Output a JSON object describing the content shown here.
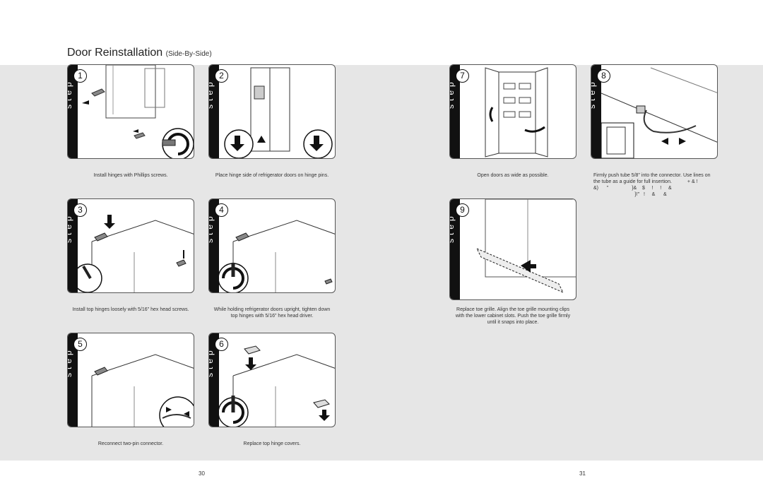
{
  "title": {
    "main": "Door Reinstallation",
    "sub": "(Side-By-Side)"
  },
  "step_word": "step",
  "steps": [
    {
      "num": "1",
      "caption": "Install hinges with Phillips screws."
    },
    {
      "num": "2",
      "caption": "Place hinge side of refrigerator doors on hinge pins."
    },
    {
      "num": "3",
      "caption": "Install top hinges loosely with 5/16\" hex head screws."
    },
    {
      "num": "4",
      "caption_lines": [
        "While holding refrigerator doors upright, tighten down",
        "top hinges with 5/16\" hex head driver."
      ]
    },
    {
      "num": "5",
      "caption": "Reconnect two-pin connector."
    },
    {
      "num": "6",
      "caption": "Replace top hinge covers."
    },
    {
      "num": "7",
      "caption": "Open doors as wide as possible."
    },
    {
      "num": "8",
      "caption_lines": [
        "Firmly push tube 5/8\" into the connector. Use lines on",
        "the tube as a guide for full insertion.",
        "&)      \"                 }&    $     !     !     &",
        "                              }!\"   !     &      &"
      ],
      "caption_extra": "+ & !"
    },
    {
      "num": "9",
      "caption_lines": [
        "Replace toe grille. Align the toe grille mounting clips",
        "with the lower cabinet slots. Push the toe grille firmly",
        "until it snaps into place."
      ]
    }
  ],
  "page_numbers": {
    "left": "30",
    "right": "31"
  }
}
